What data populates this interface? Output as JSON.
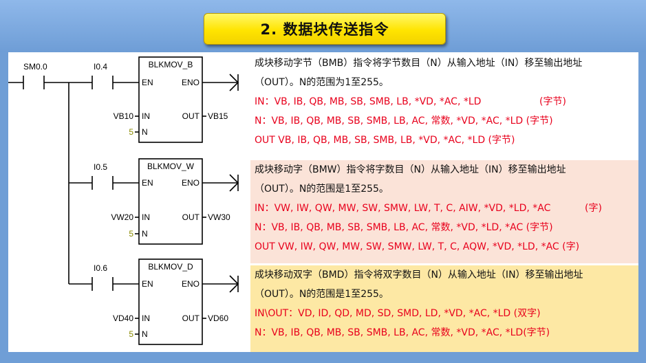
{
  "title": "2. 数据块传送指令",
  "ladder": {
    "power_contact": "SM0.0",
    "rungs": [
      {
        "contact": "I0.4",
        "block_name": "BLKMOV_B",
        "en": "EN",
        "eno": "ENO",
        "in_label": "IN",
        "out_label": "OUT",
        "n_label": "N",
        "in_operand": "VB10",
        "out_operand": "VB15",
        "n_value": "5"
      },
      {
        "contact": "I0.5",
        "block_name": "BLKMOV_W",
        "en": "EN",
        "eno": "ENO",
        "in_label": "IN",
        "out_label": "OUT",
        "n_label": "N",
        "in_operand": "VW20",
        "out_operand": "VW30",
        "n_value": "5"
      },
      {
        "contact": "I0.6",
        "block_name": "BLKMOV_D",
        "en": "EN",
        "eno": "ENO",
        "in_label": "IN",
        "out_label": "OUT",
        "n_label": "N",
        "in_operand": "VD40",
        "out_operand": "VD60",
        "n_value": "5"
      }
    ]
  },
  "descriptions": [
    {
      "lines": [
        {
          "text": "成块移动字节（BMB）指令将字节数目（N）从输入地址（IN）移至输出地址",
          "red": false,
          "tag": ""
        },
        {
          "text": "（OUT）。N的范围为1至255。",
          "red": false,
          "tag": ""
        },
        {
          "text": "IN：VB, IB, QB, MB, SB, SMB, LB, *VD, *AC, *LD",
          "red": true,
          "tag": "(字节)"
        },
        {
          "text": "N：VB, IB, QB, MB, SB, SMB, LB, AC, 常数, *VD, *AC, *LD (字节)",
          "red": true,
          "tag": ""
        },
        {
          "text": "OUT   VB, IB, QB, MB, SB, SMB, LB, *VD, *AC, *LD (字节)",
          "red": true,
          "tag": ""
        }
      ]
    },
    {
      "lines": [
        {
          "text": "成块移动字（BMW）指令将字数目（N）从输入地址（IN）移至输出地址",
          "red": false,
          "tag": ""
        },
        {
          "text": "（OUT）。N的范围是1至255。",
          "red": false,
          "tag": ""
        },
        {
          "text": "IN：VW, IW, QW, MW, SW, SMW, LW, T, C, AIW, *VD, *LD, *AC",
          "red": true,
          "tag": "(字)"
        },
        {
          "text": "N：VB, IB, QB, MB, SB, SMB, LB, AC, 常数, *VD, *LD, *AC  (字节)",
          "red": true,
          "tag": ""
        },
        {
          "text": "OUT  VW, IW, QW, MW, SW, SMW, LW, T, C, AQW, *VD, *LD, *AC  (字)",
          "red": true,
          "tag": ""
        }
      ]
    },
    {
      "lines": [
        {
          "text": "成块移动双字（BMD）指令将双字数目（N）从输入地址（IN）移至输出地址",
          "red": false,
          "tag": ""
        },
        {
          "text": "（OUT）。N的范围是1至255。",
          "red": false,
          "tag": ""
        },
        {
          "text": "IN\\OUT：VD, ID, QD, MD, SD, SMD, LD, *VD, *AC, *LD  (双字)",
          "red": true,
          "tag": ""
        },
        {
          "text": "N：VB, IB, QB, MB, SB, SMB, LB, AC, 常数, *VD, *AC, *LD(字节)",
          "red": true,
          "tag": ""
        }
      ]
    }
  ]
}
